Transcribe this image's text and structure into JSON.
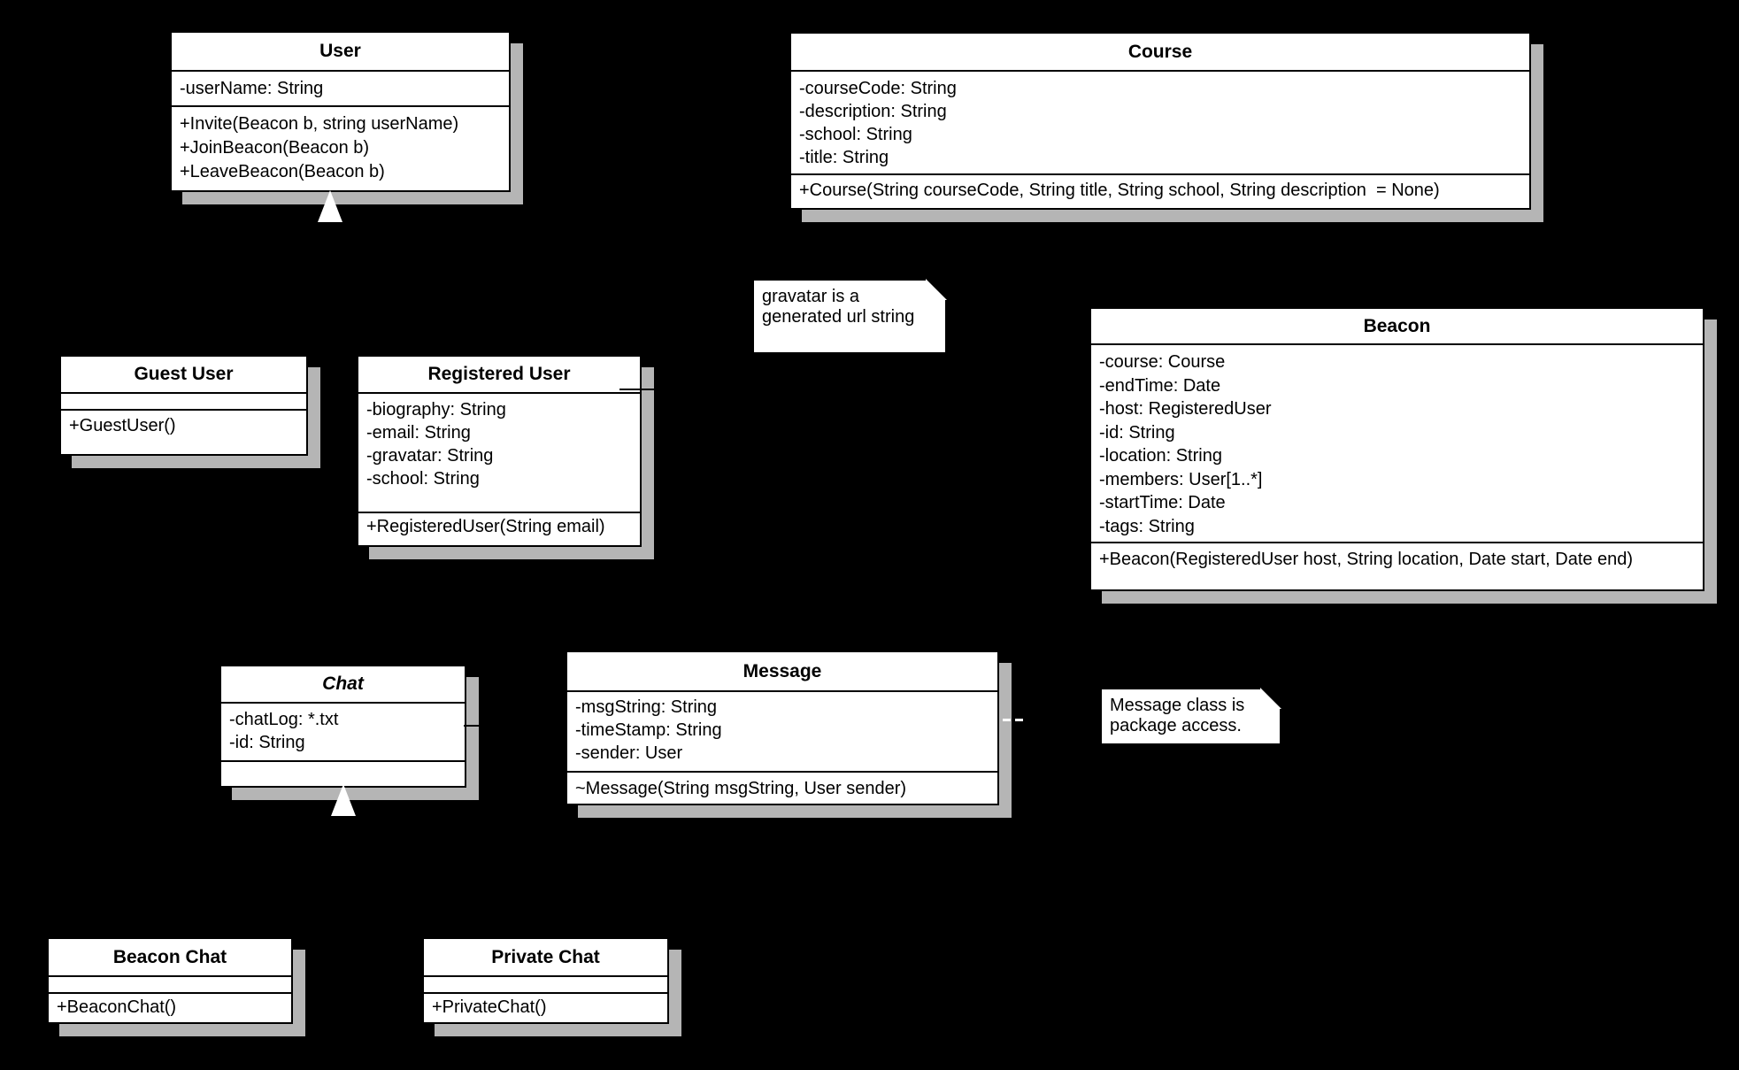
{
  "diagram": {
    "type": "uml-class-diagram",
    "colors": {
      "background": "#000000",
      "box_fill": "#ffffff",
      "border": "#000000",
      "text": "#000000",
      "shadow": "#b5b5b5",
      "arrowhead_fill": "#ffffff"
    }
  },
  "classes": {
    "user": {
      "title": "User",
      "attributes": [
        "-userName: String"
      ],
      "methods": [
        "+Invite(Beacon b, string userName)",
        "+JoinBeacon(Beacon b)",
        "+LeaveBeacon(Beacon b)"
      ]
    },
    "course": {
      "title": "Course",
      "attributes": [
        "-courseCode: String",
        "-description: String",
        "-school: String",
        "-title: String"
      ],
      "methods": [
        "+Course(String courseCode, String title, String school, String description  = None)"
      ]
    },
    "guest_user": {
      "title": "Guest User",
      "attributes": [],
      "methods": [
        "+GuestUser()"
      ]
    },
    "registered_user": {
      "title": "Registered User",
      "attributes": [
        "-biography: String",
        "-email: String",
        "-gravatar: String",
        "-school: String"
      ],
      "methods": [
        "+RegisteredUser(String email)"
      ]
    },
    "beacon": {
      "title": "Beacon",
      "attributes": [
        "-course: Course",
        "-endTime: Date",
        "-host: RegisteredUser",
        "-id: String",
        "-location: String",
        "-members: User[1..*]",
        "-startTime: Date",
        "-tags: String"
      ],
      "methods": [
        "+Beacon(RegisteredUser host, String location, Date start, Date end)"
      ]
    },
    "chat": {
      "title": "Chat",
      "abstract": true,
      "attributes": [
        "-chatLog: *.txt",
        "-id: String"
      ],
      "methods": []
    },
    "message": {
      "title": "Message",
      "attributes": [
        "-msgString: String",
        "-timeStamp: String",
        "-sender: User"
      ],
      "methods": [
        "~Message(String msgString, User sender)"
      ]
    },
    "beacon_chat": {
      "title": "Beacon Chat",
      "attributes": [],
      "methods": [
        "+BeaconChat()"
      ]
    },
    "private_chat": {
      "title": "Private Chat",
      "attributes": [],
      "methods": [
        "+PrivateChat()"
      ]
    }
  },
  "notes": {
    "gravatar": {
      "lines": [
        "gravatar is a",
        "generated url string"
      ]
    },
    "message": {
      "lines": [
        "Message class is",
        "package access."
      ]
    }
  },
  "connectors": {
    "generalization_arrowheads": [
      "below User box",
      "below Chat box"
    ],
    "visible_line_fragments": [
      "Chat to Message",
      "note to Registered User",
      "Message to note (dashed)"
    ]
  }
}
